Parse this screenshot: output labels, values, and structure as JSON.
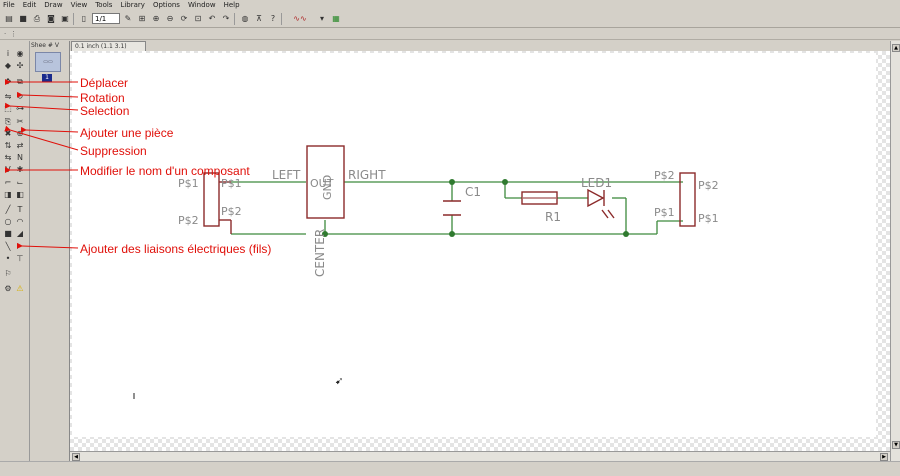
{
  "menu": [
    "File",
    "Edit",
    "Draw",
    "View",
    "Tools",
    "Library",
    "Options",
    "Window",
    "Help"
  ],
  "toolbar": {
    "zoom_value": "1/1"
  },
  "panel": {
    "tab_label": "Shee  # V",
    "sheet_number": "1"
  },
  "document_tab": {
    "label": "0.1 inch (1.1 3.1)"
  },
  "annotations": {
    "move": "Déplacer",
    "rotate": "Rotation",
    "select": "Selection",
    "add_part": "Ajouter une pièce",
    "delete": "Suppression",
    "rename": "Modifier le nom d'un composant",
    "wire": "Ajouter des liaisons électriques (fils)"
  },
  "schematic": {
    "connector_left": {
      "pin1": "P$1",
      "pin2": "P$2",
      "pin_out1": "P$1",
      "pin_out2": "P$2"
    },
    "regulator": {
      "left": "LEFT",
      "right": "RIGHT",
      "center": "CENTER",
      "out": "OUT",
      "gnd": "GND"
    },
    "capacitor": {
      "name": "C1"
    },
    "resistor": {
      "name": "R1"
    },
    "led": {
      "name": "LED1"
    },
    "connector_right": {
      "pin_in2": "P$2",
      "pin_in1": "P$1",
      "pin_out2": "P$2",
      "pin_out1": "P$1"
    }
  },
  "colors": {
    "wire": "#3d8a3d",
    "symbol": "#8b2a2a",
    "annotation": "#e0100a",
    "junction": "#2f7a2f"
  }
}
